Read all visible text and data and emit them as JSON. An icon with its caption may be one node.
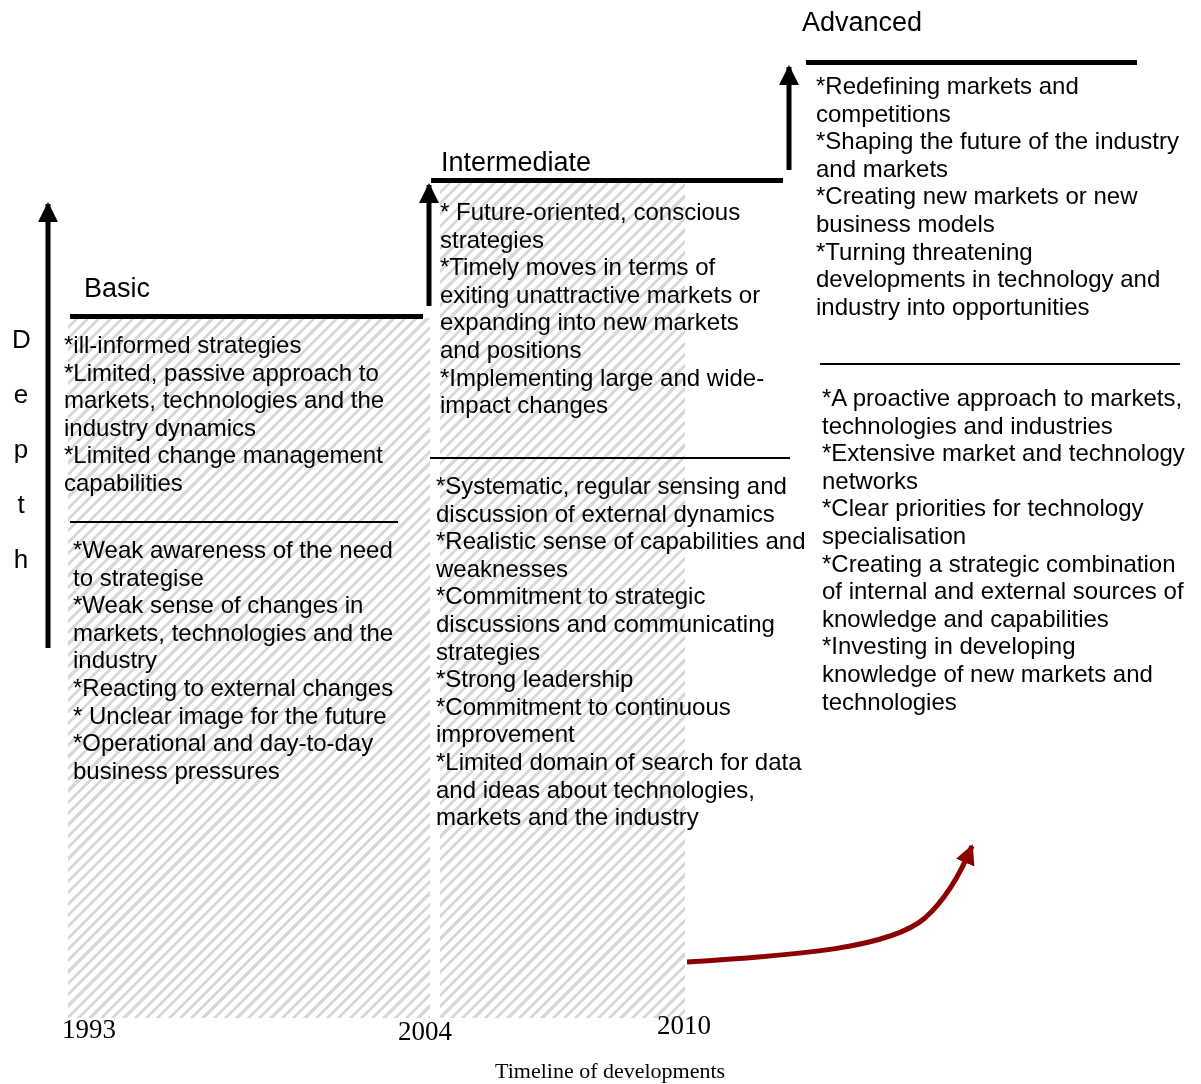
{
  "diagram": {
    "nodes": [
      {
        "text": [
          "Basic",
          "*ill-informed strategies",
          "*Limited, passive approach to markets, technologies and the industry dynamics",
          "*Limited change management capabilities",
          "*Weak awareness of the need to strategise",
          "*Weak sense of changes in markets, technologies and the industry",
          "*Reacting to external changes",
          "* Unclear image for the future",
          "*Operational and day-to-day business pressures"
        ]
      },
      {
        "text": [
          "Intermediate",
          "* Future-oriented, conscious strategies",
          "*Timely moves in terms of exiting unattractive markets or expanding into new markets and positions",
          "*Implementing large and wide-impact changes",
          "*Systematic, regular sensing and discussion of external dynamics",
          "*Realistic sense of capabilities and weaknesses",
          "*Commitment to strategic discussions and communicating strategies",
          "*Strong leadership",
          "*Commitment to continuous improvement",
          "*Limited domain of search for data and ideas about technologies, markets and the industry"
        ]
      },
      {
        "text": [
          "Advanced",
          "*Redefining markets and competitions",
          "*Shaping the future of the industry and markets",
          "*Creating new markets or new business models",
          "*Turning threatening developments in technology and industry into opportunities",
          "*A proactive approach to markets, technologies and industries",
          "*Extensive market and technology networks",
          "*Clear priorities for technology specialisation",
          "*Creating a strategic combination of internal and external sources of knowledge and capabilities",
          "*Investing in developing knowledge of new markets and technologies"
        ]
      }
    ],
    "edges": [
      {
        "from": 0,
        "to": 1,
        "arrow": "to"
      },
      {
        "from": 1,
        "to": 2,
        "arrow": "to"
      }
    ],
    "labels": [
      "Depth",
      "1993",
      "2004",
      "2010",
      "Timeline of developments"
    ]
  }
}
